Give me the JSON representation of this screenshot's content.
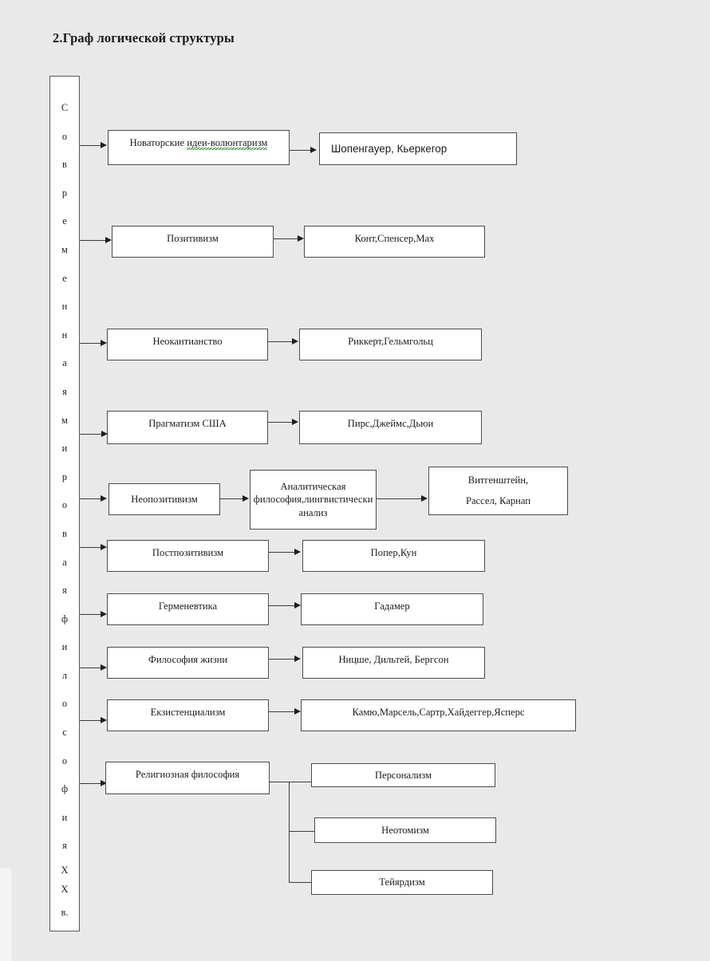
{
  "page": {
    "title": "2.Граф логической структуры",
    "background_color": "#e9e9e9",
    "box_fill": "#ffffff",
    "box_border": "#4c4c50",
    "connector_color": "#3d3d42",
    "spellcheck_underline_color": "#2f7d32"
  },
  "spine": {
    "text": "Современная мировая философия ХХ в.",
    "letters": [
      "С",
      "о",
      "в",
      "р",
      "е",
      "м",
      "е",
      "н",
      "н",
      "а",
      "я",
      "м",
      "и",
      "р",
      "о",
      "в",
      "а",
      "я",
      "ф",
      "и",
      "л",
      "о",
      "с",
      "о",
      "ф",
      "и",
      "я",
      "Х",
      "Х",
      "в."
    ]
  },
  "rows": [
    {
      "id": "voluntarism",
      "level1": "Новаторские идеи-волюнтаризм",
      "level1_plain": "Новаторские ",
      "level1_marked": "идеи-волюнтаризм",
      "level2": "Шопенгауер, Кьеркегор"
    },
    {
      "id": "positivism",
      "level1": "Позитивизм",
      "level2": "Конт,Спенсер,Мах"
    },
    {
      "id": "neokantianism",
      "level1": "Неокантианство",
      "level2": "Риккерт,Гельмгольц"
    },
    {
      "id": "pragmatism",
      "level1": "Прагматизм США",
      "level2": "Пирс,Джеймс,Дьюи"
    },
    {
      "id": "neopositivism",
      "level1": "Неопозитивизм",
      "level2": "Аналитическая философия,лингвистически анализ",
      "level3_line1": "Витгенштейн,",
      "level3_line2": "Рассел, Карнап"
    },
    {
      "id": "postpositivism",
      "level1": "Постпозитивизм",
      "level2": "Попер,Кун"
    },
    {
      "id": "hermeneutics",
      "level1": "Герменевтика",
      "level2": "Гадамер"
    },
    {
      "id": "life-philosophy",
      "level1": "Философия жизни",
      "level2": "Ницше, Дильтей, Бергсон"
    },
    {
      "id": "existentialism",
      "level1": "Екзистенциализм",
      "level2": "Камю,Марсель,Сартр,Хайдеггер,Ясперс"
    },
    {
      "id": "religious-philosophy",
      "level1": "Религиозная философия",
      "branches": [
        "Персонализм",
        "Неотомизм",
        "Тейярдизм"
      ]
    }
  ]
}
